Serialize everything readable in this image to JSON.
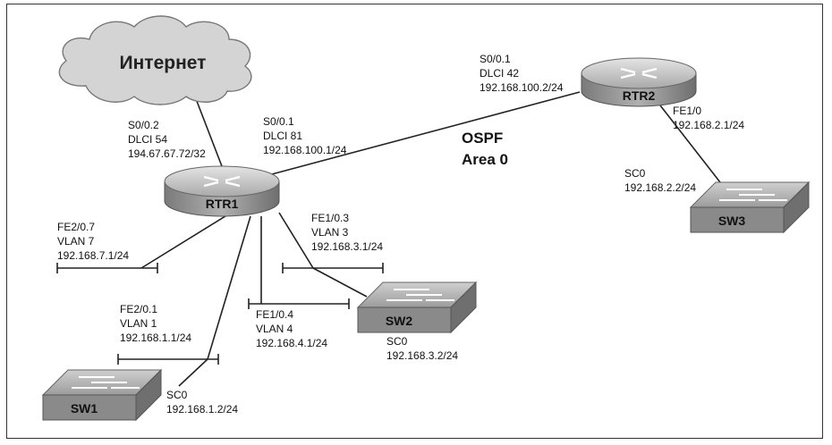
{
  "cloud": {
    "label": "Интернет"
  },
  "routers": {
    "rtr1": "RTR1",
    "rtr2": "RTR2"
  },
  "switches": {
    "sw1": "SW1",
    "sw2": "SW2",
    "sw3": "SW3"
  },
  "ospf": {
    "line1": "OSPF",
    "line2": "Area 0"
  },
  "labels": {
    "rtr1_internet": [
      "S0/0.2",
      "DLCI 54",
      "194.67.67.72/32"
    ],
    "rtr1_frame": [
      "S0/0.1",
      "DLCI 81",
      "192.168.100.1/24"
    ],
    "rtr2_frame": [
      "S0/0.1",
      "DLCI 42",
      "192.168.100.2/24"
    ],
    "rtr2_fe": [
      "FE1/0",
      "192.168.2.1/24"
    ],
    "sw3_sc": [
      "SC0",
      "192.168.2.2/24"
    ],
    "vlan7": [
      "FE2/0.7",
      "VLAN 7",
      "192.168.7.1/24"
    ],
    "vlan3": [
      "FE1/0.3",
      "VLAN 3",
      "192.168.3.1/24"
    ],
    "vlan4": [
      "FE1/0.4",
      "VLAN 4",
      "192.168.4.1/24"
    ],
    "vlan1": [
      "FE2/0.1",
      "VLAN 1",
      "192.168.1.1/24"
    ],
    "sw2_sc": [
      "SC0",
      "192.168.3.2/24"
    ],
    "sw1_sc": [
      "SC0",
      "192.168.1.2/24"
    ]
  },
  "colors": {
    "router_top": "#c9c9c9",
    "router_side": "#8e8e8e",
    "switch_top": "#b8b8b8",
    "switch_front": "#8a8a8a",
    "cloud_fill": "#d4d4d4"
  }
}
